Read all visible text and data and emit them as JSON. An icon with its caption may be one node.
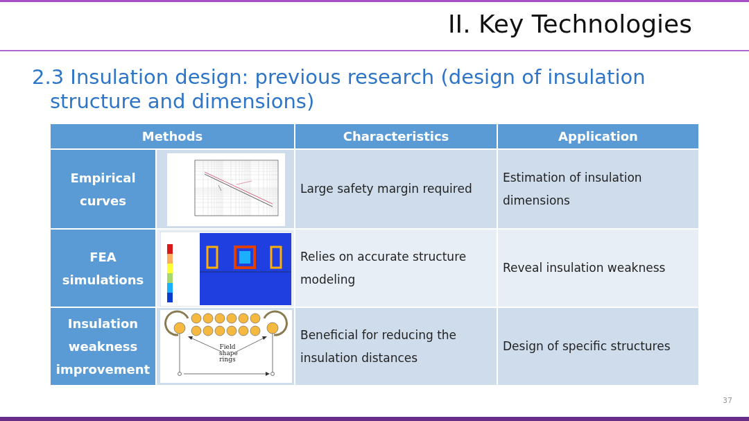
{
  "diagram": {
    "title": "II. Key Technologies",
    "labels": [
      "2.3 Insulation design: previous research (design of insulation structure and dimensions)",
      "Methods",
      "Characteristics",
      "Application",
      "Empirical curves",
      "Large safety margin required",
      "Estimation of insulation dimensions",
      "FEA simulations",
      "Relies on accurate structure modeling",
      "Reveal insulation weakness",
      "Insulation weakness improvement",
      "Field shape rings",
      "Beneficial for reducing the insulation distances",
      "Design of specific structures",
      "37"
    ]
  }
}
